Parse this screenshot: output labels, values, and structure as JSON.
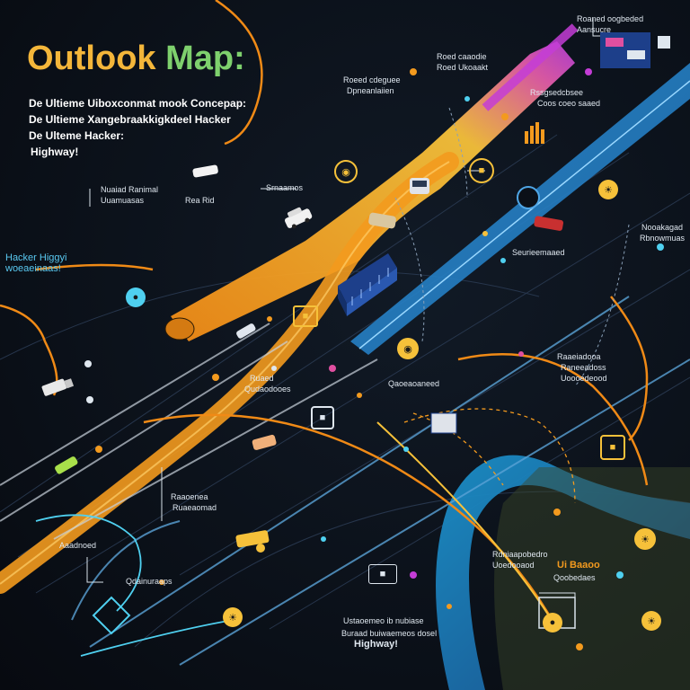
{
  "title": {
    "part1": "Outlook ",
    "part2": "Map:"
  },
  "subtitle": {
    "line1": "De Ultieme  Uiboxconmat   mook Concepap:",
    "line2": "De  Ultieme Xangebraakkigkdeel Hacker",
    "line3": "De Ulteme Hacker:",
    "line4": "Highway!"
  },
  "side_label": {
    "line1": "Hacker Higgyi",
    "line2": "woeaeinaas!"
  },
  "bottom_label": {
    "line1": "Ustaoemeo  ib nubiase",
    "line2": "Buraad  buiwaemeos dosel",
    "line3": "Highway!"
  },
  "labels": {
    "top_right_1": "Roaned oogbeded",
    "top_right_2": "Aansucre",
    "top_center_1": "Roed caaodie",
    "top_center_2": "Roed Ukoaakt",
    "top_left_1": "Roeed  cdeguee",
    "top_left_2": "Dpneanlaiien",
    "right_mid_1": "Rssgsedcbsee",
    "right_mid_2": "Coos coeo saaed",
    "left_1": "Nuaiad Ranimal",
    "left_2": "Uuamuasas",
    "center_small_1": "Rea  Rid",
    "center_small_2": "Srnaamos",
    "mid_right_1": "Nooakagad",
    "mid_right_2": "Rbnowmuas",
    "mid_right_3": "Seurieemaaed",
    "lower_right_1": "Raaeiadooa",
    "lower_right_2": "Raneeadoss",
    "lower_right_3": "Uoooedeood",
    "center_1": "Qaoeaoaneed",
    "center_2": "Ruaed",
    "center_3": "Qudaodooes",
    "lower_left_1": "Aaadnoed",
    "lower_left_2": "Qdainuraaps",
    "lower_center_1": "Raaoenea",
    "lower_center_2": "Ruaeaomad",
    "right_lower_1": "Rdniaapobedro",
    "right_lower_2": "Uoedooaod",
    "right_callout_1": "Ui Baaoo",
    "right_callout_2": "Qoobedaes"
  },
  "colors": {
    "background": "#0b1018",
    "orange": "#f39a1e",
    "yellow": "#f6c13a",
    "magenta": "#c43dd6",
    "blue": "#2f8fd8",
    "cyan": "#4fd0f0",
    "white": "#ffffff"
  },
  "icons": [
    "car-icon",
    "truck-icon",
    "building-icon",
    "lightbulb-icon",
    "bar-chart-icon",
    "pin-icon",
    "bus-icon"
  ]
}
